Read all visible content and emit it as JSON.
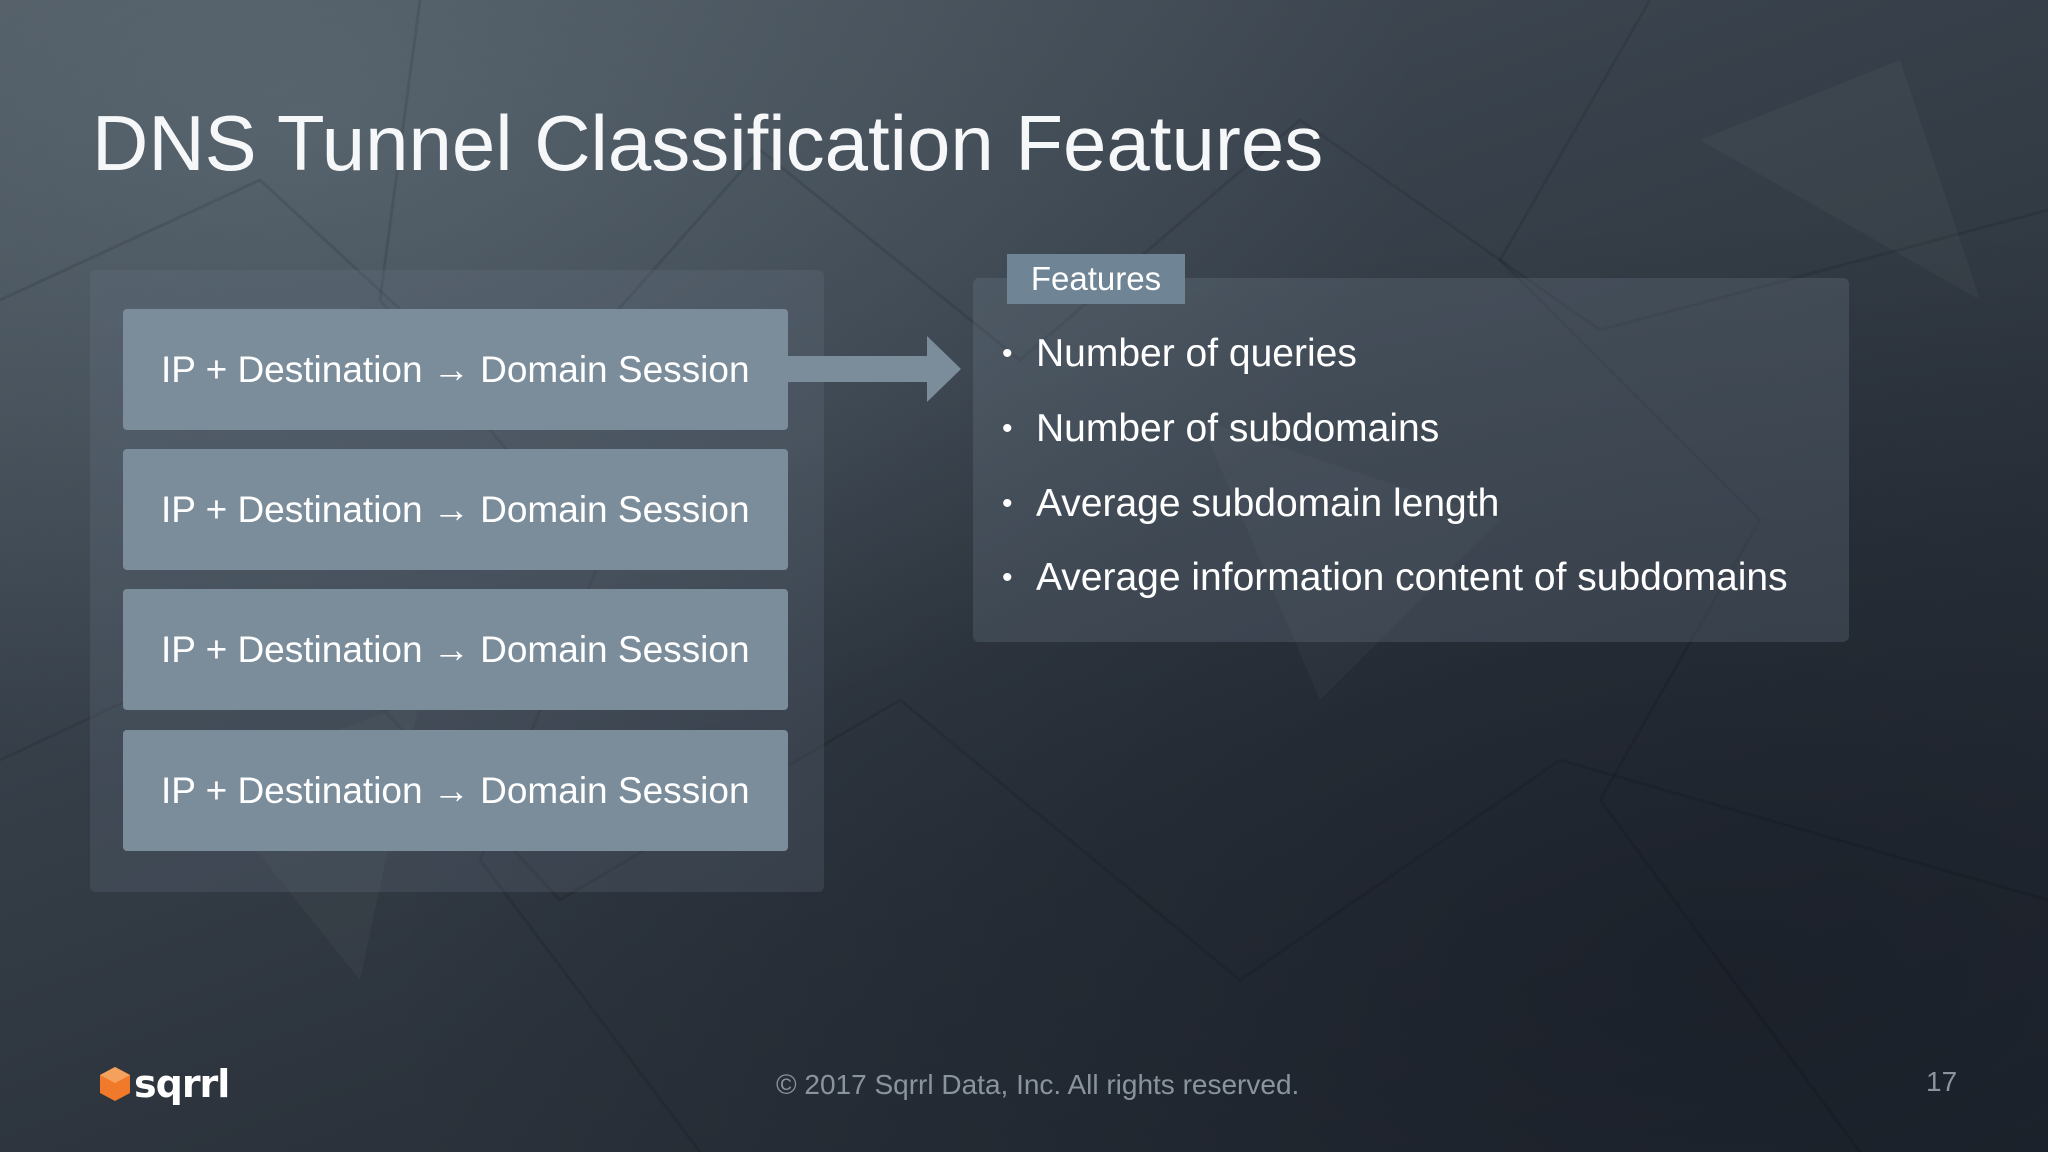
{
  "slide": {
    "title": "DNS Tunnel Classification Features",
    "sessions": [
      {
        "label": "IP + Destination → Domain Session"
      },
      {
        "label": "IP + Destination → Domain Session"
      },
      {
        "label": "IP + Destination → Domain Session"
      },
      {
        "label": "IP + Destination → Domain Session"
      }
    ],
    "features": {
      "tab_label": "Features",
      "items": [
        "Number of queries",
        "Number of subdomains",
        "Average subdomain length",
        "Average information content of subdomains"
      ]
    }
  },
  "footer": {
    "logo_text": "sqrrl",
    "copyright": "© 2017 Sqrrl Data, Inc. All rights reserved.",
    "page_number": "17"
  },
  "colors": {
    "background": "#2c333c",
    "session_box": "#7b8d9b",
    "features_tab": "#6f8494",
    "arrow": "#7b8d9b",
    "logo_accent": "#f07a2a"
  },
  "icons": {
    "arrow": "right-arrow-icon",
    "logo": "sqrrl-logo-icon"
  }
}
